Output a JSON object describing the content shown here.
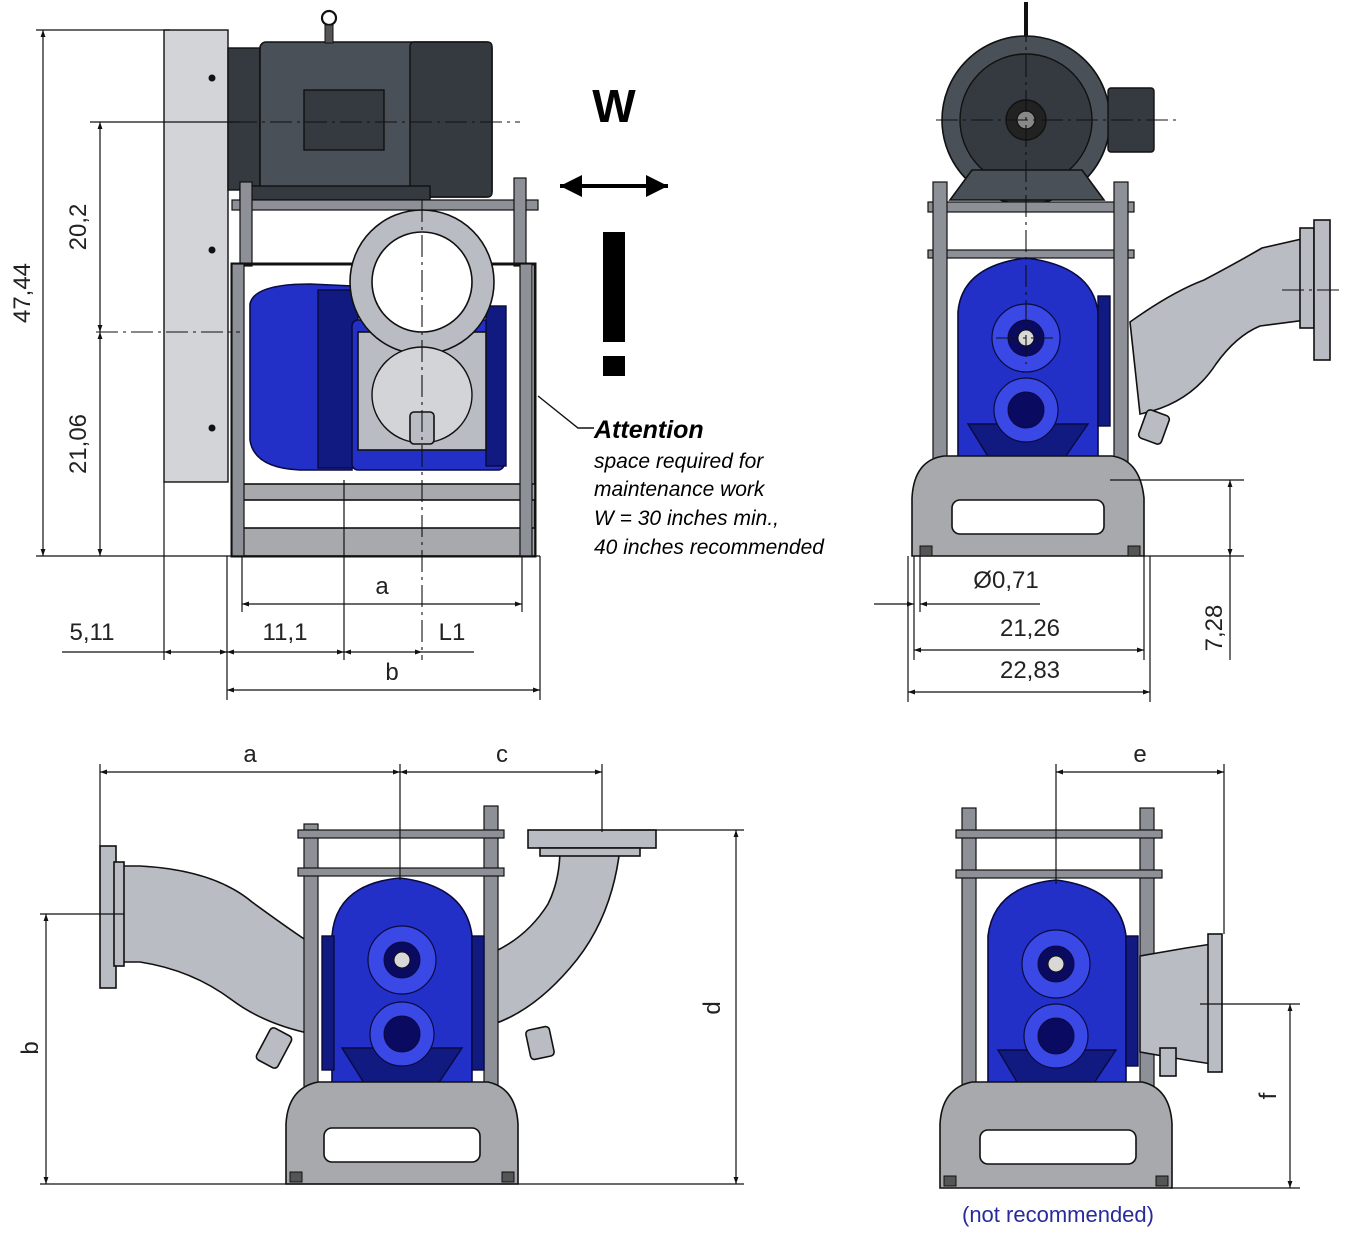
{
  "colors": {
    "pump_body": "#2230c8",
    "motor": "#4a5058",
    "steel": "#b9bcc2",
    "base": "#a7a9ad",
    "caption": "#2a2a9a"
  },
  "side_view": {
    "warning_mark": "W",
    "dim_total_height": "47,44",
    "dim_upper_height": "20,2",
    "dim_lower_height": "21,06",
    "dim_a": "a",
    "dim_b": "b",
    "dim_left_offset": "5,11",
    "dim_11_1": "11,1",
    "dim_L1": "L1",
    "note": {
      "heading": "Attention",
      "line1": "space required for",
      "line2": "maintenance work",
      "line3": "W = 30 inches min.,",
      "line4": "40 inches recommended"
    }
  },
  "front_view": {
    "dim_hole": "Ø0,71",
    "dim_21_26": "21,26",
    "dim_22_83": "22,83",
    "dim_7_28": "7,28"
  },
  "bottom_left_view": {
    "dim_a": "a",
    "dim_c": "c",
    "dim_b": "b",
    "dim_d": "d"
  },
  "bottom_right_view": {
    "dim_e": "e",
    "dim_f": "f",
    "caption": "(not recommended)"
  }
}
